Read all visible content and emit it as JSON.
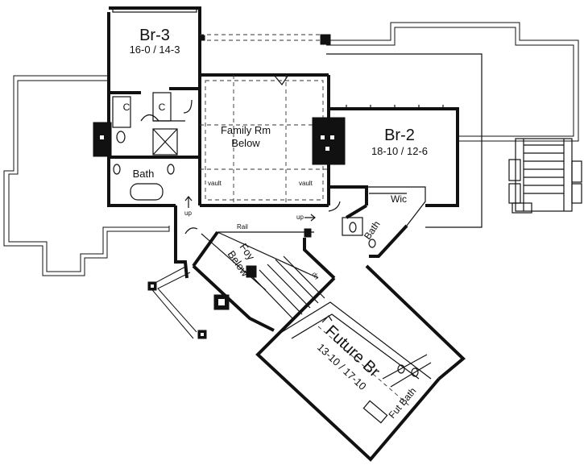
{
  "plan": {
    "rooms": {
      "br3": {
        "name": "Br-3",
        "dims": "16-0 / 14-3"
      },
      "br2": {
        "name": "Br-2",
        "dims": "18-10 / 12-6"
      },
      "future_br": {
        "name": "Future Br",
        "dims": "13-10 / 17-10"
      },
      "family_rm": {
        "line1": "Family Rm",
        "line2": "Below"
      },
      "foy": {
        "line1": "Foy",
        "line2": "Below"
      }
    },
    "labels": {
      "bath_br3": "Bath",
      "bath_br2": "Bath",
      "fut_bath": "Fut Bath",
      "wic": "Wic",
      "closet_a": "C",
      "closet_b": "C",
      "vault_left": "vault",
      "vault_right": "vault",
      "up_left": "up",
      "up_right": "up",
      "rail": "Rail",
      "dn": "dn"
    },
    "colors": {
      "ink": "#111111",
      "background": "#ffffff"
    }
  }
}
